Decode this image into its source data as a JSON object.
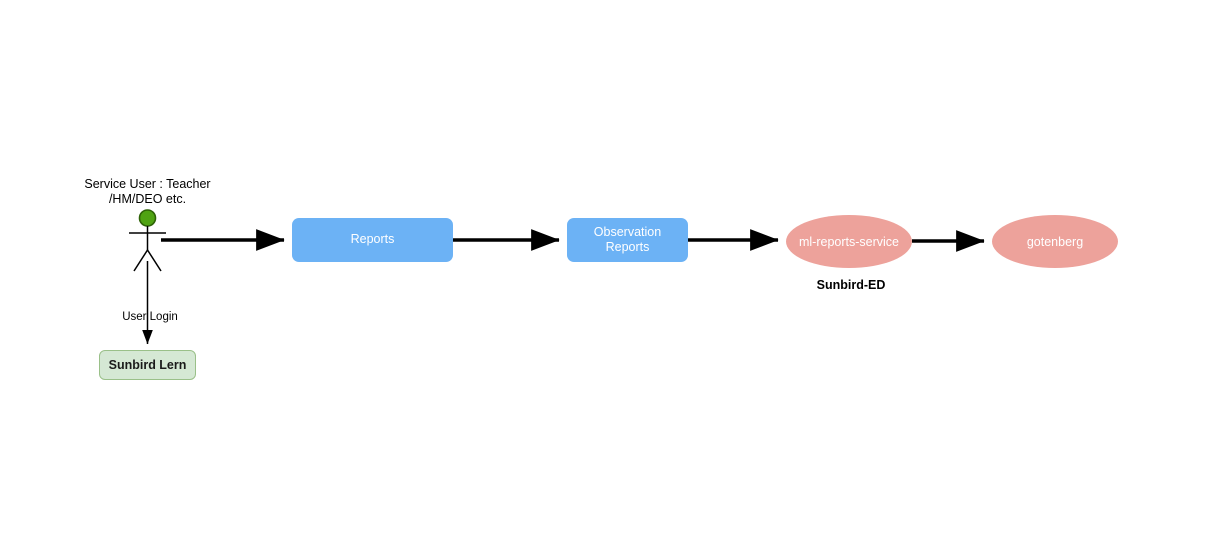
{
  "diagram": {
    "background_color": "#ffffff",
    "actor": {
      "name": "Service User : Teacher\n/HM/DEO etc.",
      "head_fill": "#4fa312",
      "head_stroke": "#2d6206",
      "body_stroke": "#000000"
    },
    "nodes": [
      {
        "id": "reports",
        "label": "Reports",
        "shape": "rounded-rect",
        "fill": "#6cb2f5",
        "text_color": "#ffffff"
      },
      {
        "id": "observation-reports",
        "label": "Observation\nReports",
        "shape": "rounded-rect",
        "fill": "#6cb2f5",
        "text_color": "#ffffff"
      },
      {
        "id": "ml-reports-service",
        "label": "ml-reports-service",
        "shape": "ellipse",
        "fill": "#eda29b",
        "text_color": "#ffffff"
      },
      {
        "id": "gotenberg",
        "label": "gotenberg",
        "shape": "ellipse",
        "fill": "#eda29b",
        "text_color": "#ffffff"
      },
      {
        "id": "sunbird-lern",
        "label": "Sunbird Lern",
        "shape": "rounded-rect",
        "fill": "#d5e8d4",
        "border_color": "#9ac089",
        "text_color": "#1a1a1a"
      }
    ],
    "group_labels": [
      {
        "id": "sunbird-ed",
        "label": "Sunbird-ED"
      }
    ],
    "edges": [
      {
        "from": "actor",
        "to": "reports",
        "label": ""
      },
      {
        "from": "reports",
        "to": "observation-reports",
        "label": ""
      },
      {
        "from": "observation-reports",
        "to": "ml-reports-service",
        "label": ""
      },
      {
        "from": "ml-reports-service",
        "to": "gotenberg",
        "label": ""
      },
      {
        "from": "actor",
        "to": "sunbird-lern",
        "label": "User Login"
      }
    ]
  }
}
